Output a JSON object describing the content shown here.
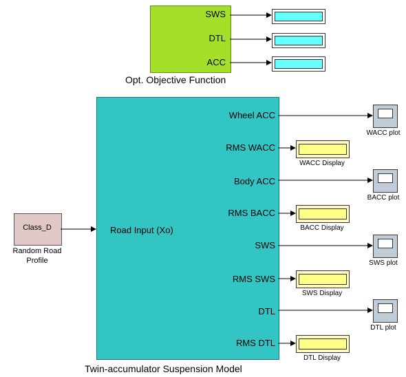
{
  "diagram": {
    "objective_block": {
      "title": "Opt. Objective Function",
      "ports": [
        "SWS",
        "DTL",
        "ACC"
      ],
      "color": "#a4e02a"
    },
    "model_block": {
      "title": "Twin-accumulator Suspension Model",
      "input_label": "Road Input (Xo)",
      "outputs": [
        "Wheel ACC",
        "RMS WACC",
        "Body ACC",
        "RMS BACC",
        "SWS",
        "RMS SWS",
        "DTL",
        "RMS DTL"
      ],
      "color": "#33c4c4"
    },
    "source_block": {
      "label": "Class_D",
      "caption_line1": "Random Road",
      "caption_line2": "Profile",
      "color": "#e0c8c8"
    },
    "sinks": {
      "scopes": [
        "WACC plot",
        "BACC plot",
        "SWS plot",
        "DTL plot"
      ],
      "displays": [
        "WACC Display",
        "BACC Display",
        "SWS Display",
        "DTL Display"
      ],
      "display_color": "#ffff88",
      "cyan_display_color": "#66ffff",
      "scope_color": "#c0ccd8"
    }
  }
}
